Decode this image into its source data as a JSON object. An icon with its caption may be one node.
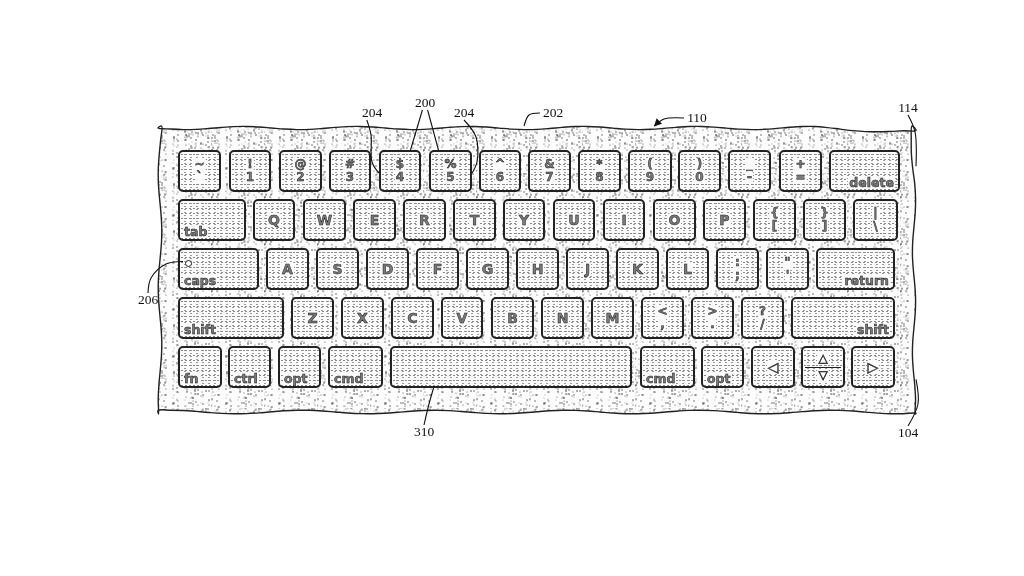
{
  "diagram": {
    "nodes": [
      {
        "text": [],
        "shape": "box"
      },
      {
        "text": [
          "~",
          "`"
        ],
        "in": 0
      },
      {
        "text": [
          "!",
          "1"
        ],
        "in": 0
      },
      {
        "text": [
          "@",
          "2"
        ],
        "in": 0
      },
      {
        "text": [
          "#",
          "3"
        ],
        "in": 0
      },
      {
        "text": [
          "$",
          "4"
        ],
        "in": 0
      },
      {
        "text": [
          "%",
          "5"
        ],
        "in": 0
      },
      {
        "text": [
          "^",
          "6"
        ],
        "in": 0
      },
      {
        "text": [
          "&",
          "7"
        ],
        "in": 0
      },
      {
        "text": [
          "*",
          "8"
        ],
        "in": 0
      },
      {
        "text": [
          "(",
          "9"
        ],
        "in": 0
      },
      {
        "text": [
          ")",
          "0"
        ],
        "in": 0
      },
      {
        "text": [
          "_",
          "-"
        ],
        "in": 0
      },
      {
        "text": [
          "+",
          "="
        ],
        "in": 0
      },
      {
        "text": [
          "delete"
        ],
        "in": 0
      },
      {
        "text": [
          "tab"
        ],
        "in": 0
      },
      {
        "text": [
          "Q"
        ],
        "in": 0
      },
      {
        "text": [
          "W"
        ],
        "in": 0
      },
      {
        "text": [
          "E"
        ],
        "in": 0
      },
      {
        "text": [
          "R"
        ],
        "in": 0
      },
      {
        "text": [
          "T"
        ],
        "in": 0
      },
      {
        "text": [
          "Y"
        ],
        "in": 0
      },
      {
        "text": [
          "U"
        ],
        "in": 0
      },
      {
        "text": [
          "I"
        ],
        "in": 0
      },
      {
        "text": [
          "O"
        ],
        "in": 0
      },
      {
        "text": [
          "P"
        ],
        "in": 0
      },
      {
        "text": [
          "{",
          "["
        ],
        "in": 0
      },
      {
        "text": [
          "}",
          "]"
        ],
        "in": 0
      },
      {
        "text": [
          "|",
          "\\"
        ],
        "in": 0
      },
      {
        "text": [
          "caps"
        ],
        "in": 0
      },
      {
        "text": [],
        "shape": "circle",
        "in": 29
      },
      {
        "text": [
          "A"
        ],
        "in": 0
      },
      {
        "text": [
          "S"
        ],
        "in": 0
      },
      {
        "text": [
          "D"
        ],
        "in": 0
      },
      {
        "text": [
          "F"
        ],
        "in": 0
      },
      {
        "text": [
          "G"
        ],
        "in": 0
      },
      {
        "text": [
          "H"
        ],
        "in": 0
      },
      {
        "text": [
          "J"
        ],
        "in": 0
      },
      {
        "text": [
          "K"
        ],
        "in": 0
      },
      {
        "text": [
          "L"
        ],
        "in": 0
      },
      {
        "text": [
          ":",
          ";"
        ],
        "in": 0
      },
      {
        "text": [
          "\"",
          "'"
        ],
        "in": 0
      },
      {
        "text": [
          "return"
        ],
        "in": 0
      },
      {
        "text": [
          "shift"
        ],
        "in": 0
      },
      {
        "text": [
          "Z"
        ],
        "in": 0
      },
      {
        "text": [
          "X"
        ],
        "in": 0
      },
      {
        "text": [
          "C"
        ],
        "in": 0
      },
      {
        "text": [
          "V"
        ],
        "in": 0
      },
      {
        "text": [
          "B"
        ],
        "in": 0
      },
      {
        "text": [
          "N"
        ],
        "in": 0
      },
      {
        "text": [
          "M"
        ],
        "in": 0
      },
      {
        "text": [
          "<",
          ","
        ],
        "in": 0
      },
      {
        "text": [
          ">",
          "."
        ],
        "in": 0
      },
      {
        "text": [
          "?",
          "/"
        ],
        "in": 0
      },
      {
        "text": [
          "shift"
        ],
        "in": 0
      },
      {
        "text": [
          "fn"
        ],
        "in": 0
      },
      {
        "text": [
          "ctrl"
        ],
        "in": 0
      },
      {
        "text": [
          "opt"
        ],
        "in": 0
      },
      {
        "text": [
          "cmd"
        ],
        "in": 0
      },
      {
        "text": [],
        "shape": "box",
        "in": 0
      },
      {
        "text": [
          "cmd"
        ],
        "in": 0
      },
      {
        "text": [
          "opt"
        ],
        "in": 0
      },
      {
        "text": [
          "◁"
        ],
        "in": 0
      },
      {
        "text": [
          "△",
          "▽"
        ],
        "in": 0
      },
      {
        "text": [
          "▷"
        ],
        "in": 0
      },
      {
        "text": [
          "204"
        ]
      },
      {
        "text": [
          "200"
        ]
      },
      {
        "text": [
          "204"
        ]
      },
      {
        "text": [
          "202"
        ]
      },
      {
        "text": [
          "110"
        ]
      },
      {
        "text": [
          "114"
        ]
      },
      {
        "text": [
          "206"
        ]
      },
      {
        "text": [
          "310"
        ]
      },
      {
        "text": [
          "104"
        ]
      }
    ],
    "edges": [
      {
        "from": 65,
        "to": 5,
        "arrow": "none"
      },
      {
        "from": 66,
        "to": 5,
        "arrow": "none"
      },
      {
        "from": 66,
        "to": 6,
        "arrow": "none"
      },
      {
        "from": 67,
        "to": 6,
        "arrow": "none"
      },
      {
        "from": 68,
        "to": 0,
        "arrow": "none"
      },
      {
        "from": 69,
        "to": 0,
        "arrow": "to"
      },
      {
        "from": 70,
        "to": 0,
        "arrow": "none"
      },
      {
        "from": 71,
        "to": 30,
        "arrow": "none"
      },
      {
        "from": 72,
        "to": 59,
        "arrow": "none"
      },
      {
        "from": 73,
        "to": 0,
        "arrow": "none"
      }
    ]
  }
}
